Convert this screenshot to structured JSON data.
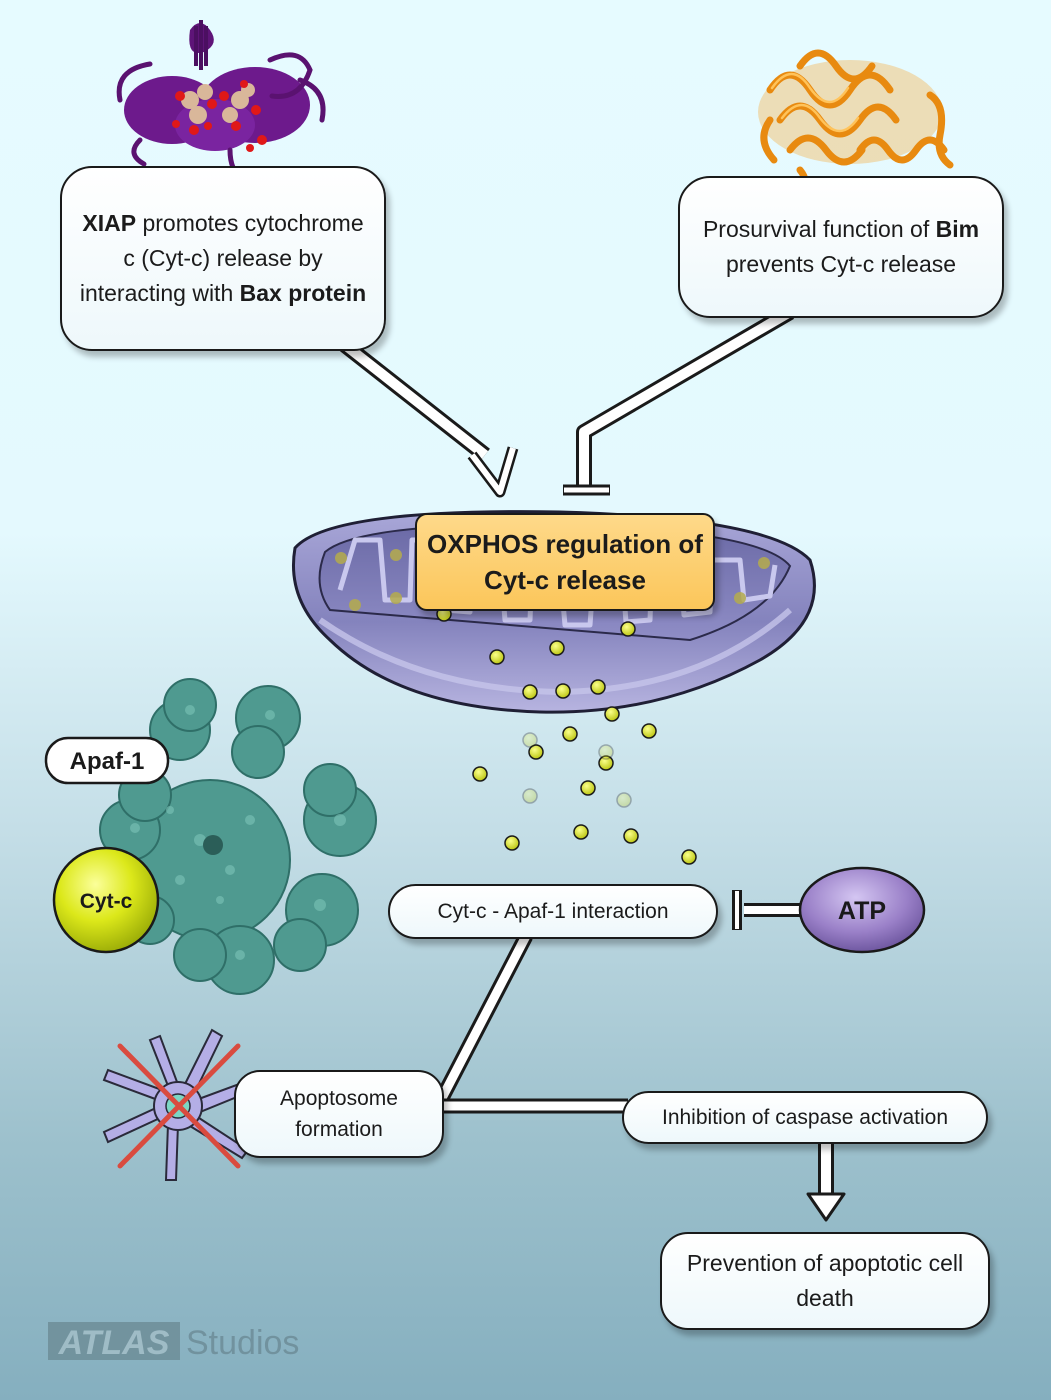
{
  "boxes": {
    "xiap": {
      "bold1": "XIAP",
      "text1": " promotes cytochrome c (Cyt-c) release by interacting with ",
      "bold2": "Bax protein"
    },
    "bim": {
      "text1": "Prosurvival function of ",
      "bold1": "Bim",
      "text2": " prevents Cyt-c release"
    },
    "oxphos": "OXPHOS regulation of Cyt-c release",
    "interaction": "Cyt-c - Apaf-1 interaction",
    "apoptosome": "Apoptosome formation",
    "caspase": "Inhibition of caspase activation",
    "prevention": "Prevention of apoptotic cell death"
  },
  "labels": {
    "apaf1": "Apaf-1",
    "cytc": "Cyt-c",
    "atp": "ATP"
  },
  "watermark": {
    "brand": "ATLAS",
    "suffix": "Studios"
  },
  "icons": [
    "xiap-protein-icon",
    "bim-protein-icon",
    "mitochondrion-icon",
    "apaf1-complex-icon",
    "apoptosome-crossed-icon"
  ],
  "colors": {
    "xiap_protein": "#6b1a8a",
    "bim_protein": "#f29a1e",
    "mitochondrion": "#8e8cc4",
    "oxphos_box": "#fdcf6e",
    "cytc_particles": "#dde812",
    "apaf1": "#4f9a90",
    "atp": "#8a6fb8",
    "cross": "#d94b3f"
  }
}
